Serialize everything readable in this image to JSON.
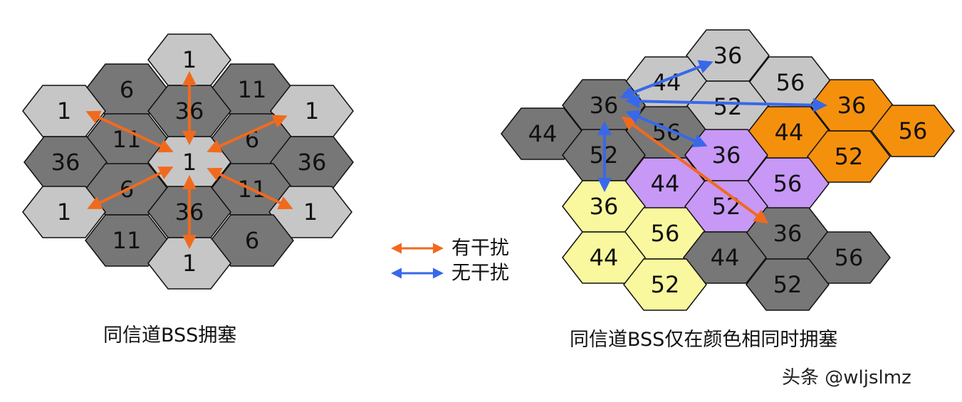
{
  "colors": {
    "light_gray": "#c6c6c6",
    "dark_gray": "#777777",
    "orange": "#f5900d",
    "purple": "#c798f5",
    "yellow": "#f9f89e",
    "interference_arrow": "#f06a1e",
    "no_interference_arrow": "#3868ea"
  },
  "legend": {
    "interference": "有干扰",
    "no_interference": "无干扰"
  },
  "left_diagram": {
    "caption": "同信道BSS拥塞",
    "cells": [
      {
        "label": "1",
        "fill": "light_gray"
      },
      {
        "label": "6",
        "fill": "dark_gray"
      },
      {
        "label": "11",
        "fill": "dark_gray"
      },
      {
        "label": "36",
        "fill": "dark_gray"
      },
      {
        "label": "1",
        "fill": "light_gray"
      },
      {
        "label": "1",
        "fill": "light_gray"
      },
      {
        "label": "11",
        "fill": "dark_gray"
      },
      {
        "label": "6",
        "fill": "dark_gray"
      },
      {
        "label": "36",
        "fill": "dark_gray"
      },
      {
        "label": "1",
        "fill": "light_gray"
      },
      {
        "label": "36",
        "fill": "dark_gray"
      },
      {
        "label": "6",
        "fill": "dark_gray"
      },
      {
        "label": "11",
        "fill": "dark_gray"
      },
      {
        "label": "1",
        "fill": "light_gray"
      },
      {
        "label": "1",
        "fill": "light_gray"
      },
      {
        "label": "36",
        "fill": "dark_gray"
      },
      {
        "label": "11",
        "fill": "dark_gray"
      },
      {
        "label": "6",
        "fill": "dark_gray"
      },
      {
        "label": "1",
        "fill": "light_gray"
      }
    ]
  },
  "right_diagram": {
    "caption": "同信道BSS仅在颜色相同时拥塞",
    "cells": [
      {
        "label": "36",
        "fill": "light_gray"
      },
      {
        "label": "44",
        "fill": "light_gray"
      },
      {
        "label": "56",
        "fill": "light_gray"
      },
      {
        "label": "36",
        "fill": "dark_gray"
      },
      {
        "label": "52",
        "fill": "light_gray"
      },
      {
        "label": "36",
        "fill": "orange"
      },
      {
        "label": "44",
        "fill": "dark_gray"
      },
      {
        "label": "56",
        "fill": "dark_gray"
      },
      {
        "label": "44",
        "fill": "orange"
      },
      {
        "label": "56",
        "fill": "orange"
      },
      {
        "label": "52",
        "fill": "dark_gray"
      },
      {
        "label": "36",
        "fill": "purple"
      },
      {
        "label": "52",
        "fill": "orange"
      },
      {
        "label": "44",
        "fill": "purple"
      },
      {
        "label": "56",
        "fill": "purple"
      },
      {
        "label": "36",
        "fill": "yellow"
      },
      {
        "label": "52",
        "fill": "purple"
      },
      {
        "label": "56",
        "fill": "yellow"
      },
      {
        "label": "36",
        "fill": "dark_gray"
      },
      {
        "label": "44",
        "fill": "yellow"
      },
      {
        "label": "44",
        "fill": "dark_gray"
      },
      {
        "label": "56",
        "fill": "dark_gray"
      },
      {
        "label": "52",
        "fill": "yellow"
      },
      {
        "label": "52",
        "fill": "dark_gray"
      }
    ]
  },
  "watermark": "头条 @wljslmz"
}
